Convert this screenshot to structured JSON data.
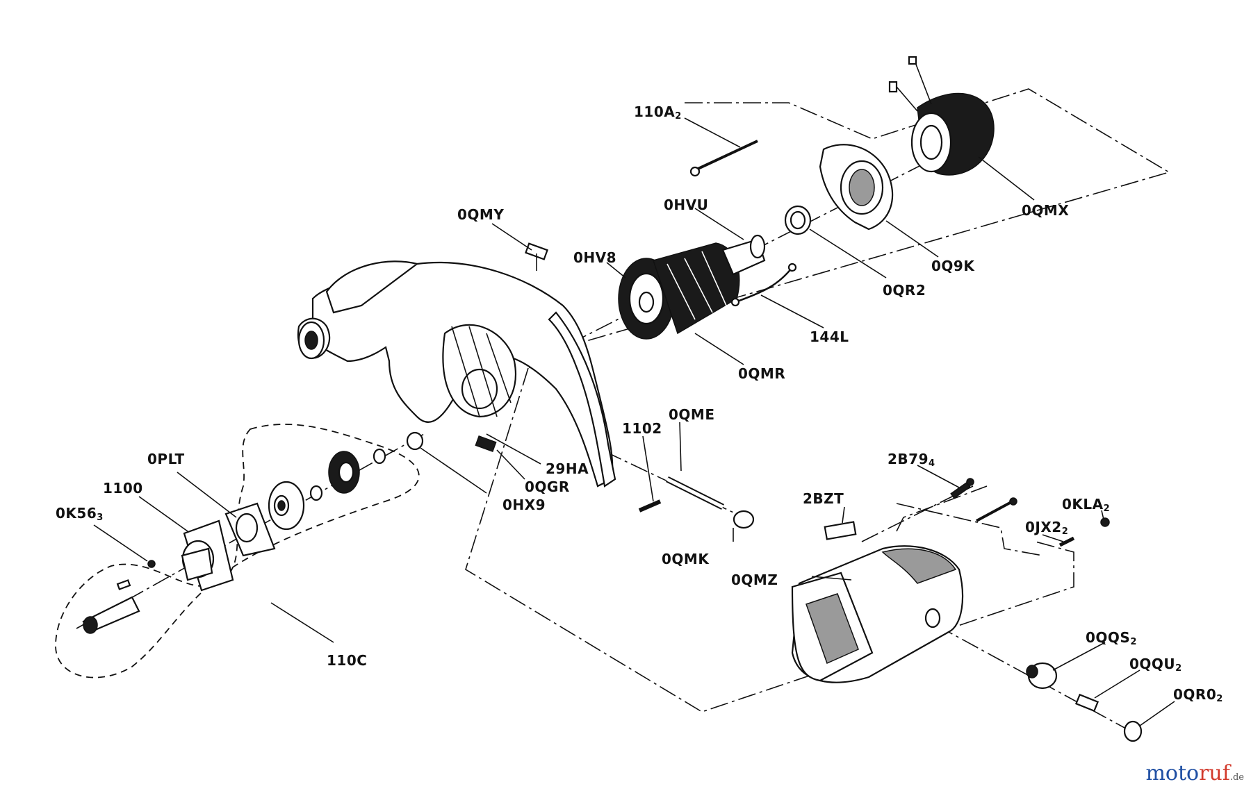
{
  "labels": [
    {
      "id": "110A",
      "main": "110A",
      "sub": "2"
    },
    {
      "id": "0QMX",
      "main": "0QMX",
      "sub": ""
    },
    {
      "id": "0HVU",
      "main": "0HVU",
      "sub": ""
    },
    {
      "id": "0QMY",
      "main": "0QMY",
      "sub": ""
    },
    {
      "id": "0HV8",
      "main": "0HV8",
      "sub": ""
    },
    {
      "id": "0Q9K",
      "main": "0Q9K",
      "sub": ""
    },
    {
      "id": "0QR2",
      "main": "0QR2",
      "sub": ""
    },
    {
      "id": "144L",
      "main": "144L",
      "sub": ""
    },
    {
      "id": "0QMR",
      "main": "0QMR",
      "sub": ""
    },
    {
      "id": "0QME",
      "main": "0QME",
      "sub": ""
    },
    {
      "id": "1102",
      "main": "1102",
      "sub": ""
    },
    {
      "id": "29HA",
      "main": "29HA",
      "sub": ""
    },
    {
      "id": "0QGR",
      "main": "0QGR",
      "sub": ""
    },
    {
      "id": "0HX9",
      "main": "0HX9",
      "sub": ""
    },
    {
      "id": "0PLT",
      "main": "0PLT",
      "sub": ""
    },
    {
      "id": "1100",
      "main": "1100",
      "sub": ""
    },
    {
      "id": "0K56",
      "main": "0K56",
      "sub": "3"
    },
    {
      "id": "110C",
      "main": "110C",
      "sub": ""
    },
    {
      "id": "0QMK",
      "main": "0QMK",
      "sub": ""
    },
    {
      "id": "2B79",
      "main": "2B79",
      "sub": "4"
    },
    {
      "id": "2BZT",
      "main": "2BZT",
      "sub": ""
    },
    {
      "id": "0KLA",
      "main": "0KLA",
      "sub": "2"
    },
    {
      "id": "0JX2",
      "main": "0JX2",
      "sub": "2"
    },
    {
      "id": "0QMZ",
      "main": "0QMZ",
      "sub": ""
    },
    {
      "id": "0QQS",
      "main": "0QQS",
      "sub": "2"
    },
    {
      "id": "0QQU",
      "main": "0QQU",
      "sub": "2"
    },
    {
      "id": "0QR0",
      "main": "0QR0",
      "sub": "2"
    }
  ],
  "watermark": {
    "part1": "moto",
    "part2": "ruf",
    "suffix": ".de"
  }
}
